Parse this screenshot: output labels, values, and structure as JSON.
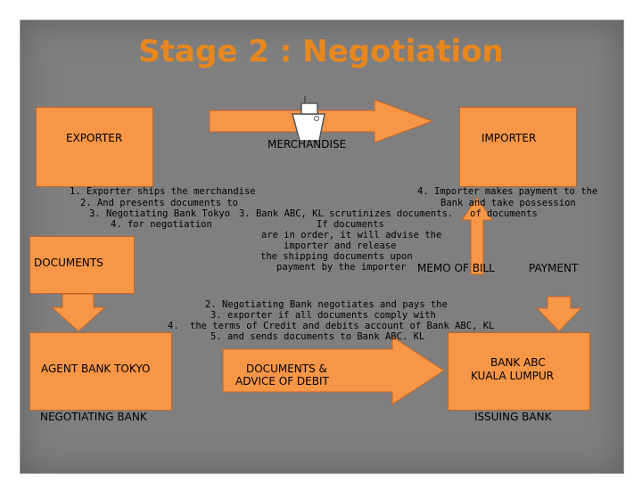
{
  "title": "Stage 2 : Negotiation",
  "nodes": {
    "exporter": "EXPORTER",
    "importer": "IMPORTER",
    "merchandise": "MERCHANDISE",
    "documents": "DOCUMENTS",
    "memo_of_bill": "MEMO OF BILL",
    "payment": "PAYMENT",
    "agent_bank": "AGENT BANK TOKYO",
    "negotiating_bank": "NEGOTIATING BANK",
    "docs_advice_line1": "DOCUMENTS &",
    "docs_advice_line2": "ADVICE OF DEBIT",
    "bank_abc_line1": "BANK ABC",
    "bank_abc_line2": "KUALA LUMPUR",
    "issuing_bank": "ISSUING BANK"
  },
  "steps_left": {
    "s1": "1.   Exporter ships the merchandise",
    "s2": "2.   And presents documents to",
    "s3": "3.   Negotiating Bank Tokyo",
    "s4": "4.   for negotiation"
  },
  "steps_mid": {
    "m1": "3. Bank ABC, KL scrutinizes documents.",
    "m2": "If documents",
    "m3": "are in order, it will advise the",
    "m4": "importer and release",
    "m5": "the shipping documents upon",
    "m6": "payment by the importer"
  },
  "steps_right": {
    "r1": "4. Importer makes payment to the",
    "r2": "Bank and take possession",
    "r3": "of documents"
  },
  "steps_bottom": {
    "b1": "2.   Negotiating Bank negotiates and pays the",
    "b2": "3.   exporter if all documents comply with",
    "b3_num": "4.",
    "b3": "the terms of Credit and debits account of Bank ABC, KL",
    "b4": "5.   and sends documents to Bank ABC. KL"
  },
  "colors": {
    "title": "#e8871e",
    "box": "#f79646",
    "panel": "#7f7f7f"
  }
}
